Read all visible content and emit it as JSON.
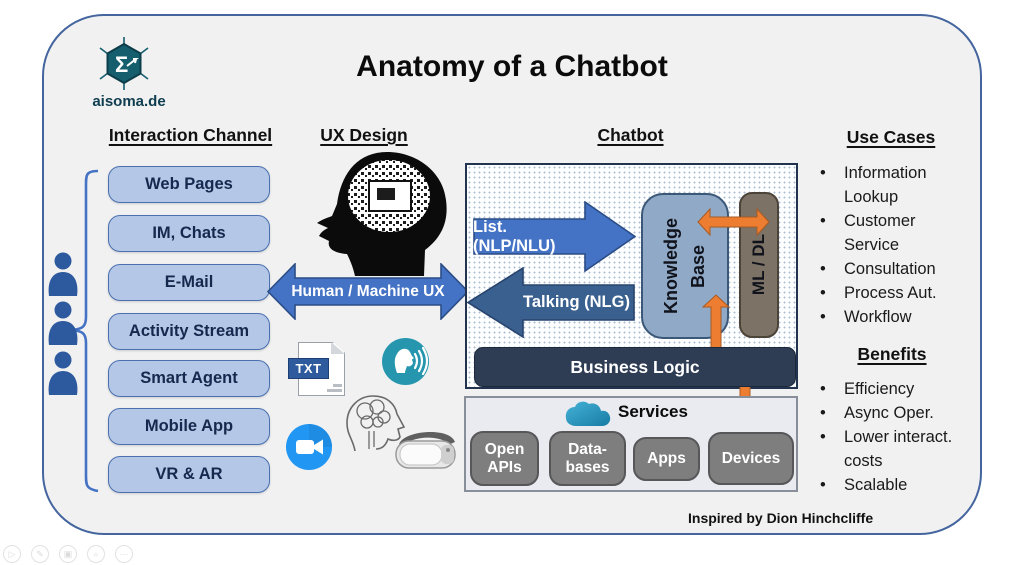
{
  "title": "Anatomy of a Chatbot",
  "logo": {
    "text": "aisoma.de",
    "symbol": "Σ"
  },
  "sections": {
    "interaction": "Interaction Channel",
    "ux": "UX Design",
    "chatbot": "Chatbot",
    "use_cases": "Use Cases",
    "benefits": "Benefits"
  },
  "interaction": {
    "items": [
      "Web Pages",
      "IM, Chats",
      "E-Mail",
      "Activity Stream",
      "Smart Agent",
      "Mobile App",
      "VR & AR"
    ]
  },
  "ux": {
    "arrow_label": "Human / Machine UX",
    "txt_label": "TXT"
  },
  "chatbot": {
    "listen_arrow": "List. (NLP/NLU)",
    "talk_arrow": "Talking (NLG)",
    "knowledge_base": "Knowledge\nBase",
    "ml_dl": "ML / DL",
    "business_logic": "Business Logic"
  },
  "services": {
    "title": "Services",
    "items": [
      "Open\nAPIs",
      "Data-\nbases",
      "Apps",
      "Devices"
    ]
  },
  "use_cases": {
    "items": [
      "Information Lookup",
      "Customer Service",
      "Consultation",
      "Process Aut.",
      "Workflow"
    ]
  },
  "benefits": {
    "items": [
      "Efficiency",
      "Async Oper.",
      "Lower interact. costs",
      "Scalable"
    ]
  },
  "footer": {
    "credit": "Inspired by Dion Hinchcliffe"
  },
  "toolbar": {
    "icons": [
      {
        "name": "play",
        "glyph": "▷"
      },
      {
        "name": "edit",
        "glyph": "✎"
      },
      {
        "name": "camera",
        "glyph": "▣"
      },
      {
        "name": "zoom",
        "glyph": "⌕"
      },
      {
        "name": "more",
        "glyph": "⋯"
      }
    ]
  },
  "colors": {
    "accent_blue": "#4472c4",
    "box_blue": "#b4c7e7",
    "dark_navy": "#2e3c54",
    "kb_blue": "#8fa9c6",
    "mldl_taupe": "#7c7265",
    "orange": "#ed7d31",
    "teal_logo": "#155e6e",
    "service_gray": "#7e7e7e",
    "slide_border": "#44659e"
  }
}
